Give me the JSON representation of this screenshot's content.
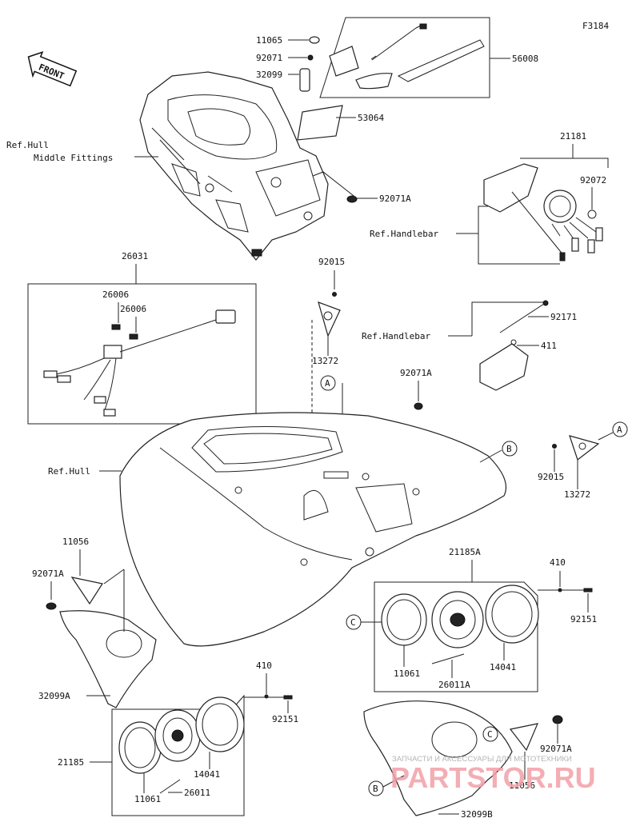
{
  "figure_code": "F3184",
  "front_label": "FRONT",
  "refs": {
    "hull_middle_line1": "Ref.Hull",
    "hull_middle_line2": "Middle Fittings",
    "handlebar_1": "Ref.Handlebar",
    "handlebar_2": "Ref.Handlebar",
    "hull": "Ref.Hull"
  },
  "callouts": {
    "A": "A",
    "B": "B",
    "C": "C"
  },
  "part_numbers": {
    "p11065": "11065",
    "p92071": "92071",
    "p32099": "32099",
    "p56008": "56008",
    "p53064": "53064",
    "p92071A_top": "92071A",
    "p21181": "21181",
    "p92072": "92072",
    "p26031": "26031",
    "p26006a": "26006",
    "p26006b": "26006",
    "p92015_top": "92015",
    "p13272_top": "13272",
    "p92071A_mid": "92071A",
    "p92171": "92171",
    "p411": "411",
    "p92015_right": "92015",
    "p13272_right": "13272",
    "p11056_left": "11056",
    "p92071A_left": "92071A",
    "p32099A": "32099A",
    "p21185A": "21185A",
    "p410_right": "410",
    "p92151_right": "92151",
    "p11061_right": "11061",
    "p14041_right": "14041",
    "p26011A": "26011A",
    "p410_bottom": "410",
    "p92151_bottom": "92151",
    "p21185": "21185",
    "p14041_bottom": "14041",
    "p11061_bottom": "11061",
    "p26011": "26011",
    "p92071A_bottom": "92071A",
    "p11056_bottom": "11056",
    "p32099B": "32099B"
  },
  "watermark": {
    "line1": "ЗАПЧАСТИ И АКСЕССУАРЫ ДЛЯ МОТОТЕХНИКИ",
    "line2": "PARTSTOR.RU"
  }
}
